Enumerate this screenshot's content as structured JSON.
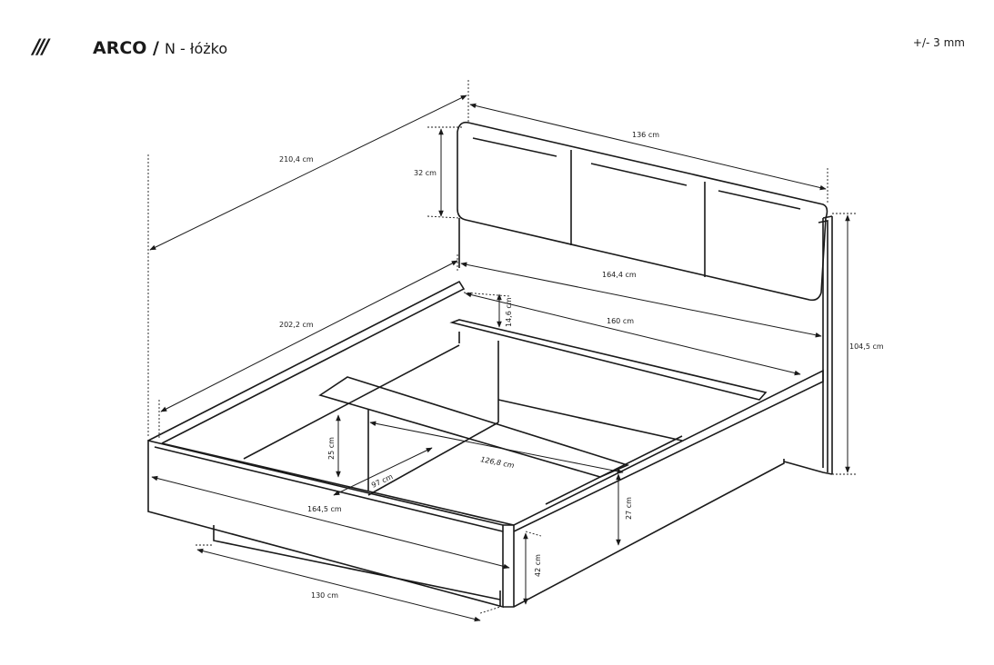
{
  "header": {
    "logo": "///",
    "title": "ARCO /",
    "subtitle": "N - łóżko",
    "tolerance": "+/- 3 mm"
  },
  "dimensions": {
    "total_length": "210,4 cm",
    "headboard_width": "136 cm",
    "cushion_height": "32 cm",
    "outer_width_back": "164,4 cm",
    "rail_height": "14,6 cm",
    "mattress_width": "160 cm",
    "total_height": "104,5 cm",
    "inner_length": "202,2 cm",
    "frame_depth": "25 cm",
    "slat_length": "126,8 cm",
    "inner_depth": "97 cm",
    "outer_width_front": "164,5 cm",
    "side_height": "27 cm",
    "front_height": "42 cm",
    "base_width": "130 cm"
  }
}
